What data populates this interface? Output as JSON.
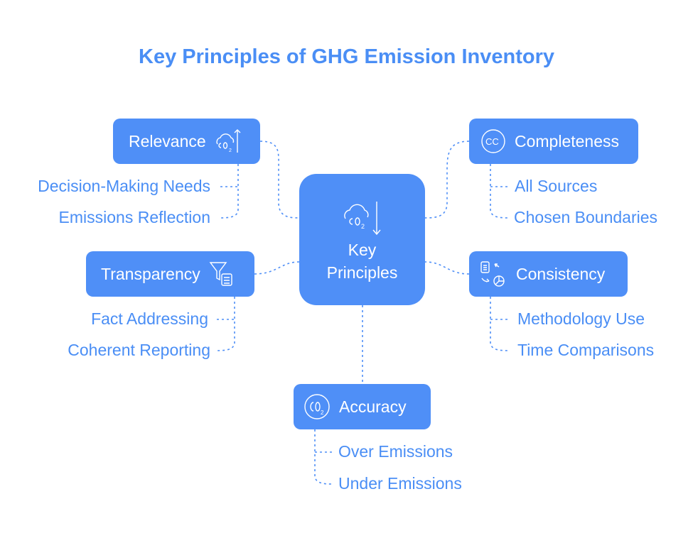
{
  "title": "Key Principles of GHG Emission Inventory",
  "center": {
    "label_line1": "Key",
    "label_line2": "Principles",
    "icon": "co2-cloud-down-icon"
  },
  "principles": {
    "relevance": {
      "label": "Relevance",
      "icon": "co2-cloud-up-icon",
      "items": [
        "Decision-Making Needs",
        "Emissions Reflection"
      ]
    },
    "completeness": {
      "label": "Completeness",
      "icon": "cc-circle-icon",
      "items": [
        "All Sources",
        "Chosen Boundaries"
      ]
    },
    "transparency": {
      "label": "Transparency",
      "icon": "filter-document-icon",
      "items": [
        "Fact Addressing",
        "Coherent Reporting"
      ]
    },
    "consistency": {
      "label": "Consistency",
      "icon": "document-chart-cycle-icon",
      "items": [
        "Methodology Use",
        "Time Comparisons"
      ]
    },
    "accuracy": {
      "label": "Accuracy",
      "icon": "co2-circle-icon",
      "items": [
        "Over Emissions",
        "Under Emissions"
      ]
    }
  },
  "colors": {
    "primary": "#4f8ff7"
  }
}
